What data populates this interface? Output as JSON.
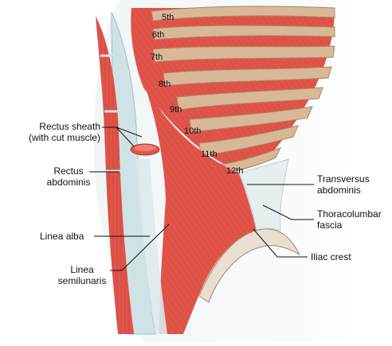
{
  "labels": {
    "rectus_sheath_1": "Rectus sheath",
    "rectus_sheath_2": "(with cut muscle)",
    "rectus_abdominis_1": "Rectus",
    "rectus_abdominis_2": "abdominis",
    "linea_alba": "Linea alba",
    "linea_semilunaris_1": "Linea",
    "linea_semilunaris_2": "semilunaris",
    "transversus_1": "Transversus",
    "transversus_2": "abdominis",
    "thoracolumbar_1": "Thoracolumbar",
    "thoracolumbar_2": "fascia",
    "iliac_crest": "Iliac crest"
  },
  "ribs": [
    "5th",
    "6th",
    "7th",
    "8th",
    "9th",
    "10th",
    "11th",
    "12th"
  ],
  "colors": {
    "muscle": "#e0544a",
    "muscle_dark": "#c8392f",
    "rib": "#d9b896",
    "rib_shadow": "#a98466",
    "sheath": "#cfe3e6",
    "fascia": "#e6eef0"
  }
}
